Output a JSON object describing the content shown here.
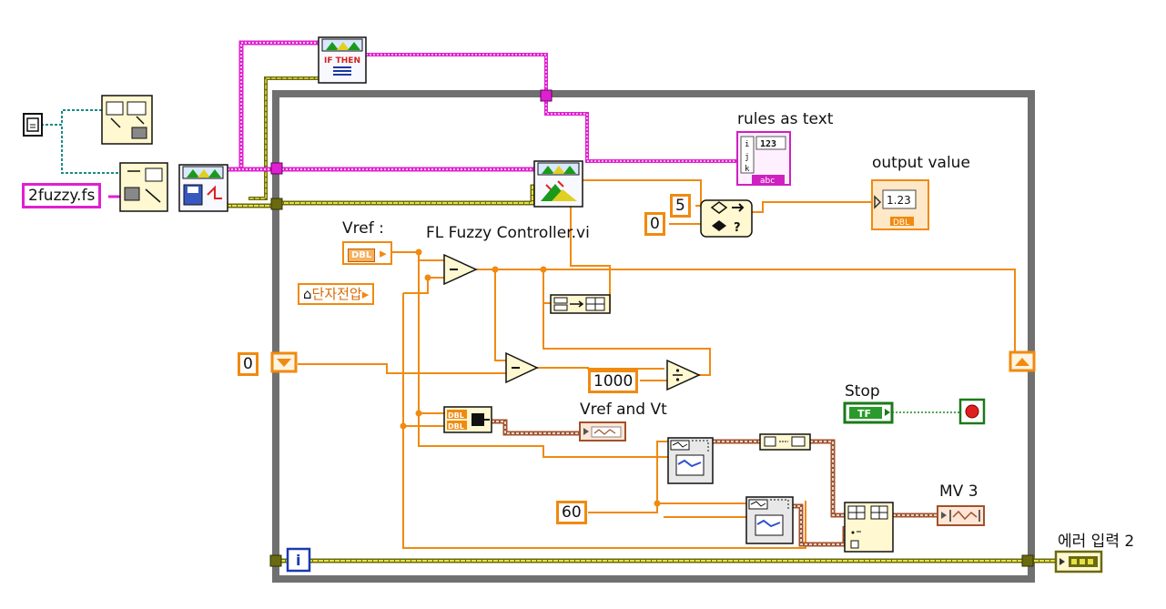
{
  "diagram": {
    "labels": {
      "rules_as_text": "rules as text",
      "output_value": "output value",
      "vref": "Vref :",
      "fl_fuzzy_controller": "FL Fuzzy Controller.vi",
      "vref_and_vt": "Vref and Vt",
      "stop": "Stop",
      "mv3": "MV 3",
      "error_input": "에러 입력 2"
    },
    "controls": {
      "file_name": "2fuzzy.fs",
      "terminal_voltage": "단자전압",
      "vref_type": "DBL",
      "stop_type": "TF"
    },
    "constants": {
      "five": "5",
      "zero_select": "0",
      "zero_shift": "0",
      "thousand": "1000",
      "sixty": "60"
    },
    "indicators": {
      "output_value_display": "1.23",
      "output_value_type": "DBL",
      "rules_display": "123",
      "rules_type": "abc"
    },
    "loop": {
      "iteration_terminal": "i"
    },
    "node_text": {
      "if_then": "IF THEN",
      "dbl_a": "DBL",
      "dbl_b": "DBL"
    },
    "colors": {
      "numeric_wire": "#f08a10",
      "string_wire": "#e020d0",
      "error_wire": "#6a6a10",
      "boolean_wire": "#1a8a1a",
      "loop_frame": "#707070",
      "cluster_wire": "#a0522d"
    }
  }
}
